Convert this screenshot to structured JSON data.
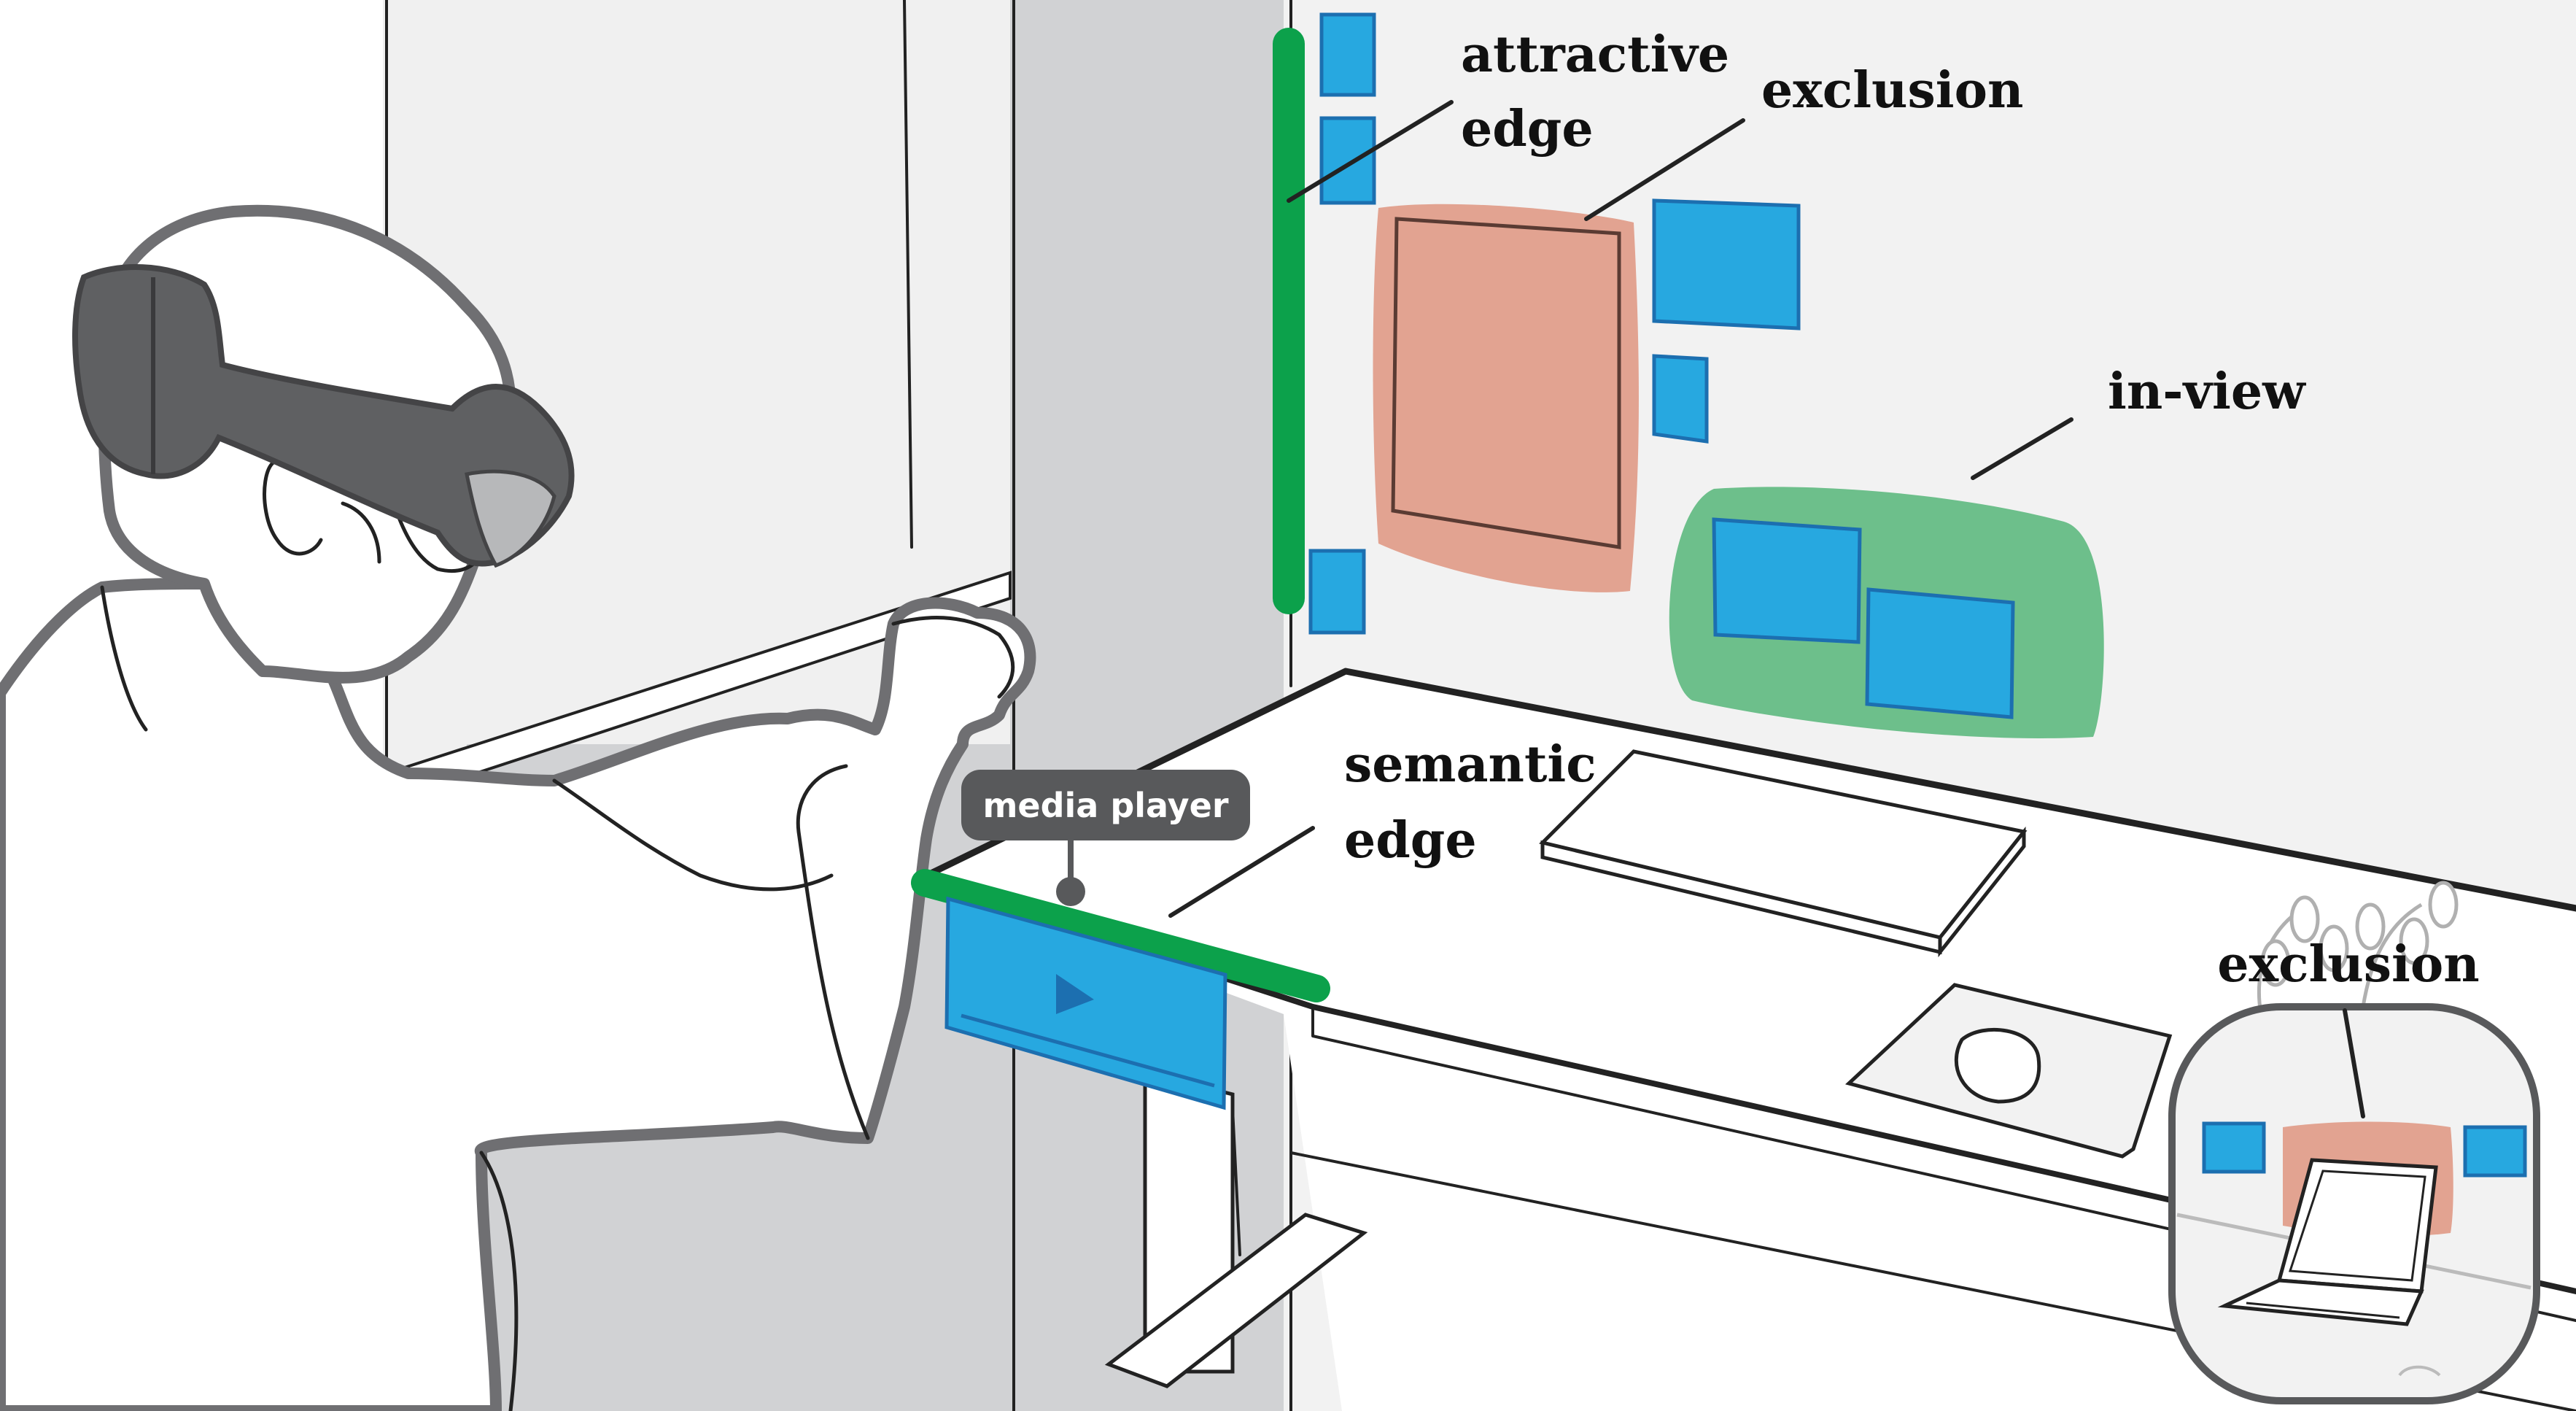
{
  "labels": {
    "attractive_edge_line1": "attractive",
    "attractive_edge_line2": "edge",
    "exclusion_top": "exclusion",
    "in_view": "in-view",
    "semantic_edge_line1": "semantic",
    "semantic_edge_line2": "edge",
    "media_player": "media player",
    "exclusion_inset": "exclusion"
  },
  "colors": {
    "wall": "#f2f2f2",
    "wall_side": "#d1d2d4",
    "edge_green": "#0ca14b",
    "window_blue": "#27a8e0",
    "window_border": "#1c6fb0",
    "exclusion_red": "#e2a391",
    "in_view_green": "#6dbf8b",
    "headset_gray": "#5f6062",
    "tag_gray": "#58595b"
  },
  "icons": {
    "media_player_play": "play-triangle-icon",
    "headset": "mixed-reality-headset-icon",
    "laptop": "laptop-icon",
    "mouse": "mouse-icon",
    "keyboard": "keyboard-icon",
    "plant": "plant-icon"
  }
}
